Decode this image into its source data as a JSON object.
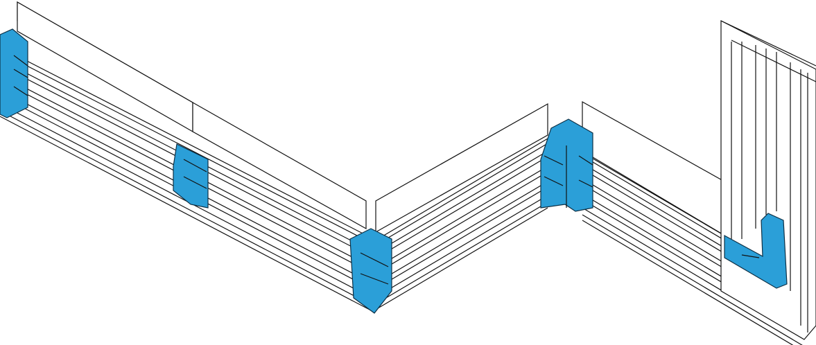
{
  "figure": {
    "type": "isometric technical drawing",
    "components": [
      "skirting-trunking-run",
      "internal-corner-connector",
      "external-corner-connector",
      "joint-connector",
      "door-frame-end-connector"
    ],
    "colors": {
      "connector": "#2b9fd8",
      "line": "#111111",
      "background": "#ffffff"
    }
  }
}
